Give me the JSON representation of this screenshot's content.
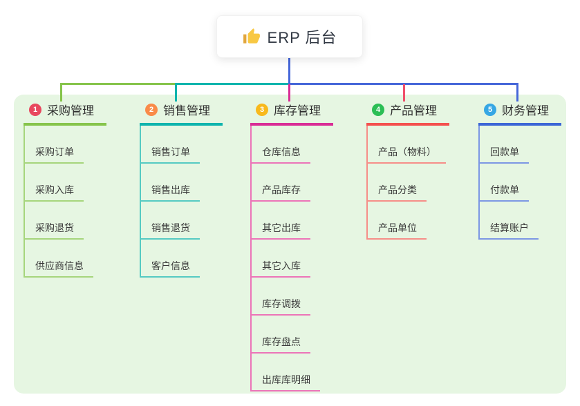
{
  "root": {
    "label": "ERP 后台",
    "icon": "thumbs-up-icon"
  },
  "branches": [
    {
      "num": "1",
      "label": "采购管理",
      "badge_color": "#E8485E",
      "line_color": "#86C44B",
      "child_line_color": "#A6D57C",
      "children": [
        "采购订单",
        "采购入库",
        "采购退货",
        "供应商信息"
      ]
    },
    {
      "num": "2",
      "label": "销售管理",
      "badge_color": "#F98B49",
      "line_color": "#0EB4AD",
      "child_line_color": "#55CAC2",
      "children": [
        "销售订单",
        "销售出库",
        "销售退货",
        "客户信息"
      ]
    },
    {
      "num": "3",
      "label": "库存管理",
      "badge_color": "#F8B91C",
      "line_color": "#D92D96",
      "child_line_color": "#EC74B8",
      "children": [
        "仓库信息",
        "产品库存",
        "其它出库",
        "其它入库",
        "库存调拨",
        "库存盘点",
        "出库库明细"
      ]
    },
    {
      "num": "4",
      "label": "产品管理",
      "badge_color": "#2BBE55",
      "line_color": "#F4504E",
      "child_line_color": "#F68E88",
      "children": [
        "产品（物料）",
        "产品分类",
        "产品单位"
      ]
    },
    {
      "num": "5",
      "label": "财务管理",
      "badge_color": "#36A7E4",
      "line_color": "#3C66D6",
      "child_line_color": "#7C97E4",
      "children": [
        "回款单",
        "付款单",
        "结算账户"
      ]
    }
  ],
  "colors": {
    "canvas_bg": "#FFFFFF",
    "panel_bg": "#E6F6E2",
    "root_connector": "#4667D9",
    "text": "#333333"
  }
}
